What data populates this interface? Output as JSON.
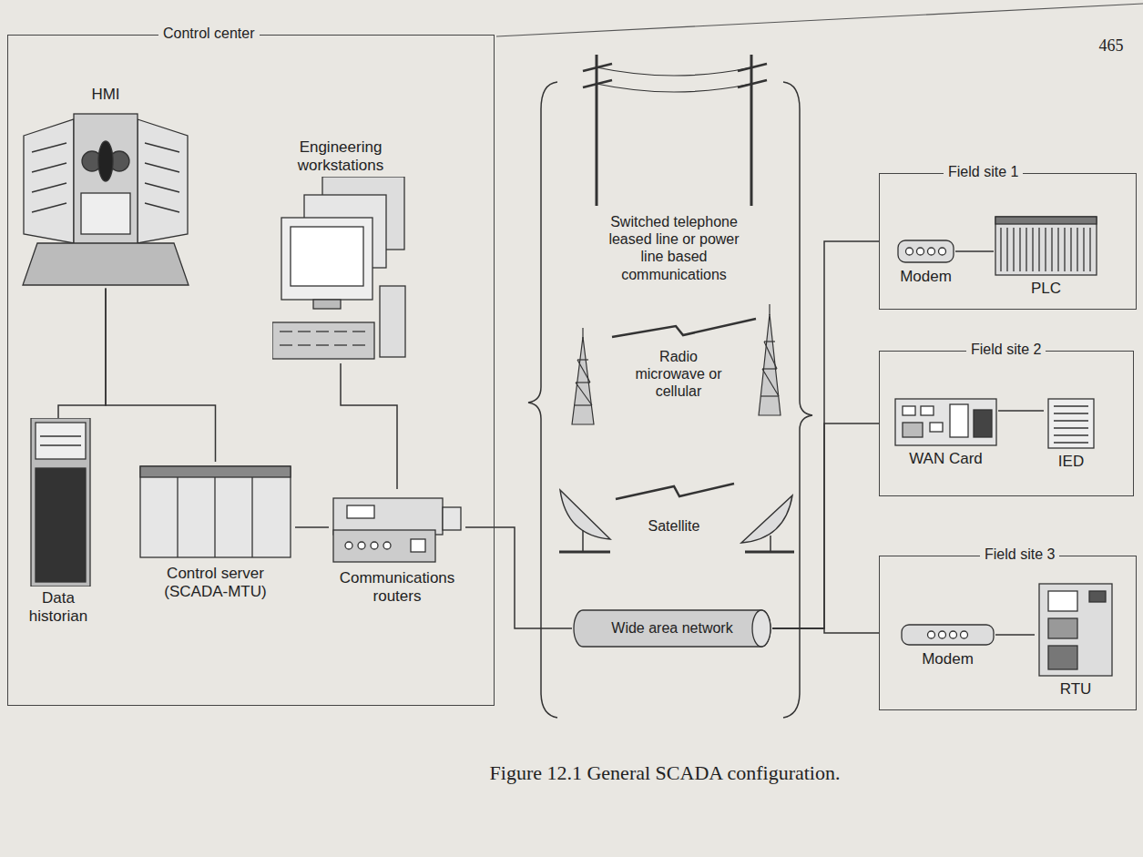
{
  "diagram": {
    "caption": "Figure 12.1 General SCADA configuration.",
    "nodes": [
      {
        "text": [
          "Control center"
        ]
      },
      {
        "text": [
          "HMI"
        ],
        "in": 0
      },
      {
        "text": [
          "Engineering workstations"
        ],
        "in": 0
      },
      {
        "text": [
          "Data historian"
        ],
        "in": 0
      },
      {
        "text": [
          "Control server (SCADA-MTU)"
        ],
        "in": 0
      },
      {
        "text": [
          "Communications routers"
        ],
        "in": 0
      },
      {
        "text": [
          "Wide area network"
        ]
      },
      {
        "text": [
          "Field site 1"
        ]
      },
      {
        "text": [
          "Modem"
        ],
        "in": 7
      },
      {
        "text": [
          "PLC"
        ],
        "in": 7
      },
      {
        "text": [
          "Field site 2"
        ]
      },
      {
        "text": [
          "WAN Card"
        ],
        "in": 10
      },
      {
        "text": [
          "IED"
        ],
        "in": 10
      },
      {
        "text": [
          "Field site 3"
        ]
      },
      {
        "text": [
          "Modem"
        ],
        "in": 13
      },
      {
        "text": [
          "RTU"
        ],
        "in": 13
      }
    ],
    "edges": [
      {
        "from": 1,
        "to": 3,
        "arrow": "none"
      },
      {
        "from": 1,
        "to": 4,
        "arrow": "none"
      },
      {
        "from": 2,
        "to": 5,
        "arrow": "none"
      },
      {
        "from": 4,
        "to": 5,
        "arrow": "none"
      },
      {
        "from": 5,
        "to": 6,
        "arrow": "none"
      },
      {
        "from": 6,
        "to": 7,
        "arrow": "none"
      },
      {
        "from": 6,
        "to": 10,
        "arrow": "none"
      },
      {
        "from": 6,
        "to": 13,
        "arrow": "none"
      },
      {
        "from": 8,
        "to": 9,
        "arrow": "none"
      },
      {
        "from": 11,
        "to": 12,
        "arrow": "none"
      },
      {
        "from": 14,
        "to": 15,
        "arrow": "none"
      }
    ],
    "labels": [
      "465",
      "Switched telephone leased line or power line based communications",
      "Radio microwave or cellular",
      "Satellite"
    ]
  }
}
